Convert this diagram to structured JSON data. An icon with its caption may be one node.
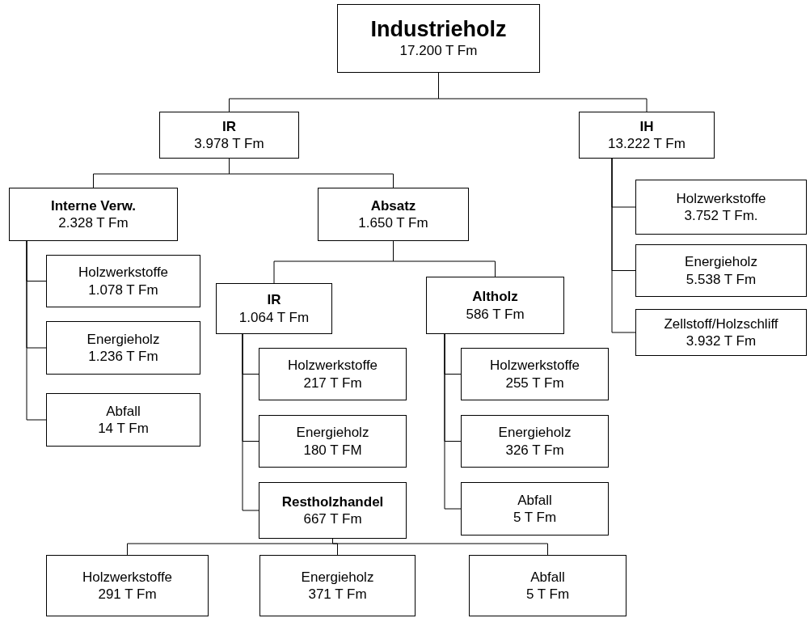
{
  "diagram": {
    "nodes": [
      {
        "text": [
          "Industrieholz",
          "17.200 T Fm"
        ]
      },
      {
        "text": [
          "IR",
          "3.978 T Fm"
        ]
      },
      {
        "text": [
          "IH",
          "13.222 T Fm"
        ]
      },
      {
        "text": [
          "Interne Verw.",
          "2.328 T Fm"
        ]
      },
      {
        "text": [
          "Absatz",
          "1.650 T Fm"
        ]
      },
      {
        "text": [
          "Holzwerkstoffe",
          "1.078 T Fm"
        ]
      },
      {
        "text": [
          "Energieholz",
          "1.236 T Fm"
        ]
      },
      {
        "text": [
          "Abfall",
          "14 T Fm"
        ]
      },
      {
        "text": [
          "IR",
          "1.064 T Fm"
        ]
      },
      {
        "text": [
          "Altholz",
          "586 T Fm"
        ]
      },
      {
        "text": [
          "Holzwerkstoffe",
          "217 T Fm"
        ]
      },
      {
        "text": [
          "Energieholz",
          "180 T FM"
        ]
      },
      {
        "text": [
          "Restholzhandel",
          "667 T Fm"
        ]
      },
      {
        "text": [
          "Holzwerkstoffe",
          "255 T Fm"
        ]
      },
      {
        "text": [
          "Energieholz",
          "326 T Fm"
        ]
      },
      {
        "text": [
          "Abfall",
          "5 T Fm"
        ]
      },
      {
        "text": [
          "Holzwerkstoffe",
          "3.752 T Fm."
        ]
      },
      {
        "text": [
          "Energieholz",
          "5.538 T Fm"
        ]
      },
      {
        "text": [
          "Zellstoff/Holzschliff",
          "3.932 T Fm"
        ]
      },
      {
        "text": [
          "Holzwerkstoffe",
          "291 T Fm"
        ]
      },
      {
        "text": [
          "Energieholz",
          "371 T Fm"
        ]
      },
      {
        "text": [
          "Abfall",
          "5 T Fm"
        ]
      }
    ],
    "edges": [
      {
        "from": 0,
        "to": 1,
        "arrow": "none"
      },
      {
        "from": 0,
        "to": 2,
        "arrow": "none"
      },
      {
        "from": 1,
        "to": 3,
        "arrow": "none"
      },
      {
        "from": 1,
        "to": 4,
        "arrow": "none"
      },
      {
        "from": 3,
        "to": 5,
        "arrow": "none"
      },
      {
        "from": 3,
        "to": 6,
        "arrow": "none"
      },
      {
        "from": 3,
        "to": 7,
        "arrow": "none"
      },
      {
        "from": 4,
        "to": 8,
        "arrow": "none"
      },
      {
        "from": 4,
        "to": 9,
        "arrow": "none"
      },
      {
        "from": 8,
        "to": 10,
        "arrow": "none"
      },
      {
        "from": 8,
        "to": 11,
        "arrow": "none"
      },
      {
        "from": 8,
        "to": 12,
        "arrow": "none"
      },
      {
        "from": 9,
        "to": 13,
        "arrow": "none"
      },
      {
        "from": 9,
        "to": 14,
        "arrow": "none"
      },
      {
        "from": 9,
        "to": 15,
        "arrow": "none"
      },
      {
        "from": 2,
        "to": 16,
        "arrow": "none"
      },
      {
        "from": 2,
        "to": 17,
        "arrow": "none"
      },
      {
        "from": 2,
        "to": 18,
        "arrow": "none"
      },
      {
        "from": 12,
        "to": 19,
        "arrow": "none"
      },
      {
        "from": 12,
        "to": 20,
        "arrow": "none"
      },
      {
        "from": 12,
        "to": 21,
        "arrow": "none"
      }
    ]
  }
}
